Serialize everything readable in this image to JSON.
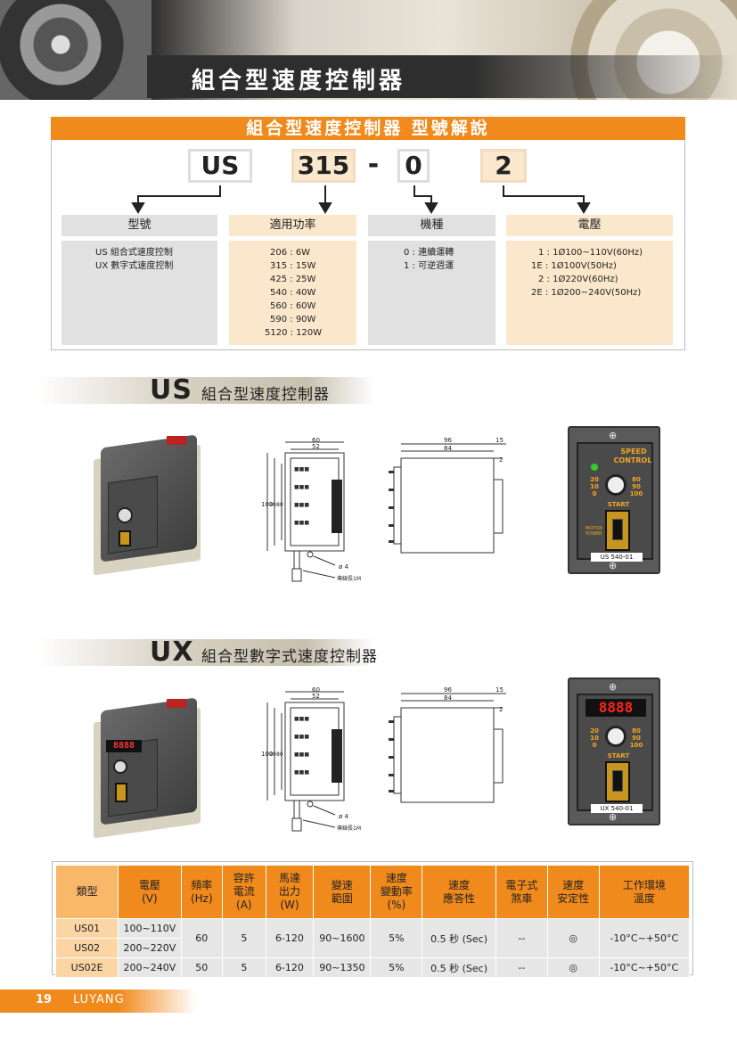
{
  "header": {
    "title": "組合型速度控制器"
  },
  "model": {
    "heading": "組合型速度控制器 型號解說",
    "code": {
      "part1": "US",
      "part2": "315",
      "dash": "-",
      "part3": "0",
      "part4": "2"
    },
    "columns": [
      {
        "title": "型號",
        "lines": [
          "US 組合式速度控制",
          "UX 數字式速度控制"
        ]
      },
      {
        "title": "適用功率",
        "lines": [
          "206 : 6W",
          "315 : 15W",
          "425 : 25W",
          "540 : 40W",
          "560 : 60W",
          "590 : 90W",
          "5120 : 120W"
        ]
      },
      {
        "title": "機種",
        "lines": [
          "0 : 連續運轉",
          "1 : 可逆週運"
        ]
      },
      {
        "title": "電壓",
        "lines": [
          "1 : 1Ø100~110V(60Hz)",
          "1E : 1Ø100V(50Hz)",
          "2 : 1Ø220V(60Hz)",
          "2E : 1Ø200~240V(50Hz)"
        ]
      }
    ]
  },
  "us_section": {
    "code": "US",
    "title": "組合型速度控制器"
  },
  "ux_section": {
    "code": "UX",
    "title": "組合型數字式速度控制器"
  },
  "drawing": {
    "front_w_outer": "60",
    "front_w_inner": "52",
    "front_h1": "100",
    "front_h2": "90",
    "front_h3": "80",
    "hole": "ø 4",
    "cable": "導線長1M",
    "side_w_outer": "96",
    "side_w_inner": "84",
    "side_right": "15",
    "side_small": "2"
  },
  "us_panel": {
    "brand1": "SPEED",
    "brand2": "CONTROL",
    "start": "START",
    "model": "US 540-01",
    "dial_left": [
      "20",
      "10",
      "0"
    ],
    "dial_right": [
      "80",
      "90",
      "100"
    ],
    "power": "MOTOR POWER"
  },
  "ux_panel": {
    "display": "8888",
    "start": "START",
    "model": "UX 540-01",
    "dial_left": [
      "20",
      "10",
      "0"
    ],
    "dial_right": [
      "80",
      "90",
      "100"
    ]
  },
  "spec_table": {
    "headers": [
      "類型",
      "電壓\n(V)",
      "頻率\n(Hz)",
      "容許\n電流\n(A)",
      "馬達\n出力\n(W)",
      "變速\n範圍",
      "速度\n變動率\n(%)",
      "速度\n應答性",
      "電子式\n煞車",
      "速度\n安定性",
      "工作環境\n溫度"
    ],
    "rows": [
      [
        "US01",
        "100~110V",
        "60",
        "5",
        "6-120",
        "90~1600",
        "5%",
        "0.5 秒 (Sec)",
        "--",
        "◎",
        "-10°C~+50°C"
      ],
      [
        "US02",
        "200~220V"
      ],
      [
        "US02E",
        "200~240V",
        "50",
        "5",
        "6-120",
        "90~1350",
        "5%",
        "0.5 秒 (Sec)",
        "--",
        "◎",
        "-10°C~+50°C"
      ]
    ]
  },
  "footer": {
    "page": "19",
    "brand": "LUYANG"
  }
}
